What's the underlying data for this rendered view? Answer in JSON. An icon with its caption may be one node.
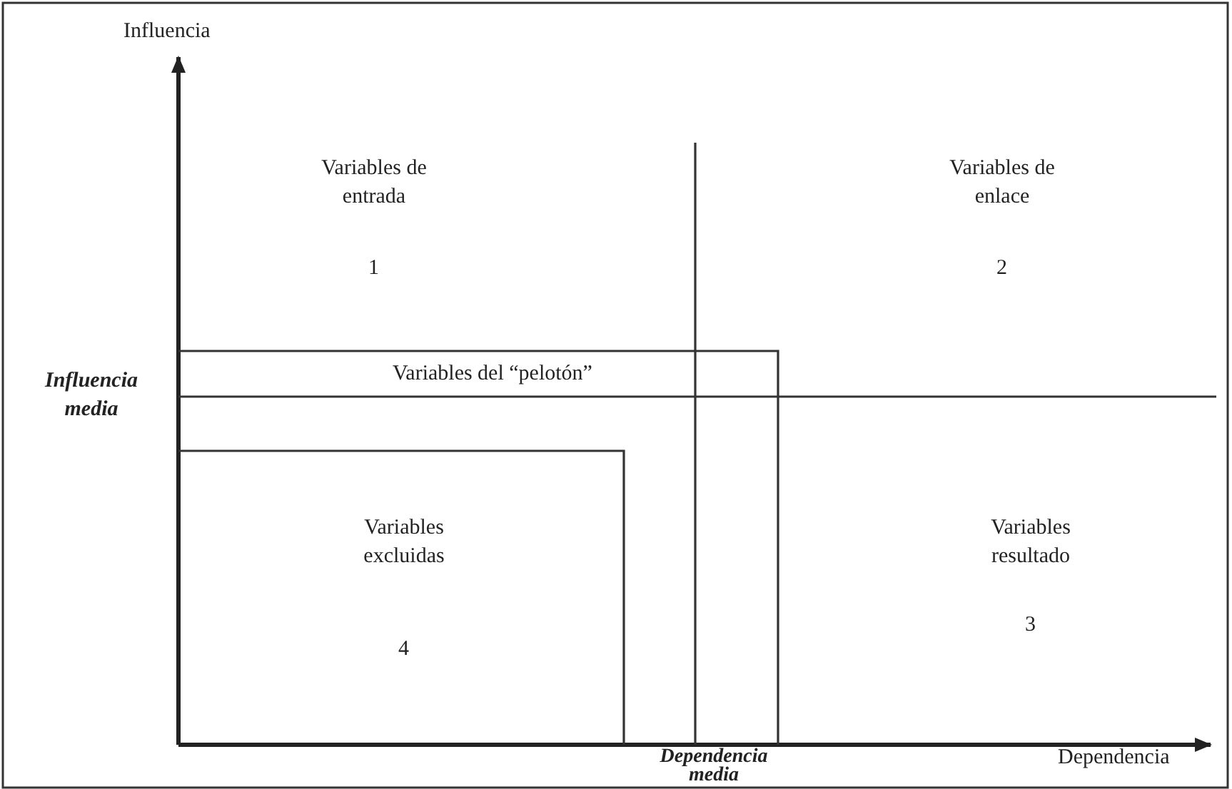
{
  "diagram": {
    "labels": [
      "Influencia",
      "Variables de entrada",
      "Variables de enlace",
      "1",
      "2",
      "Influencia media",
      "Variables del “pelotón”",
      "Variables excluidas",
      "Variables resultado",
      "3",
      "4",
      "Dependencia media",
      "Dependencia"
    ]
  }
}
